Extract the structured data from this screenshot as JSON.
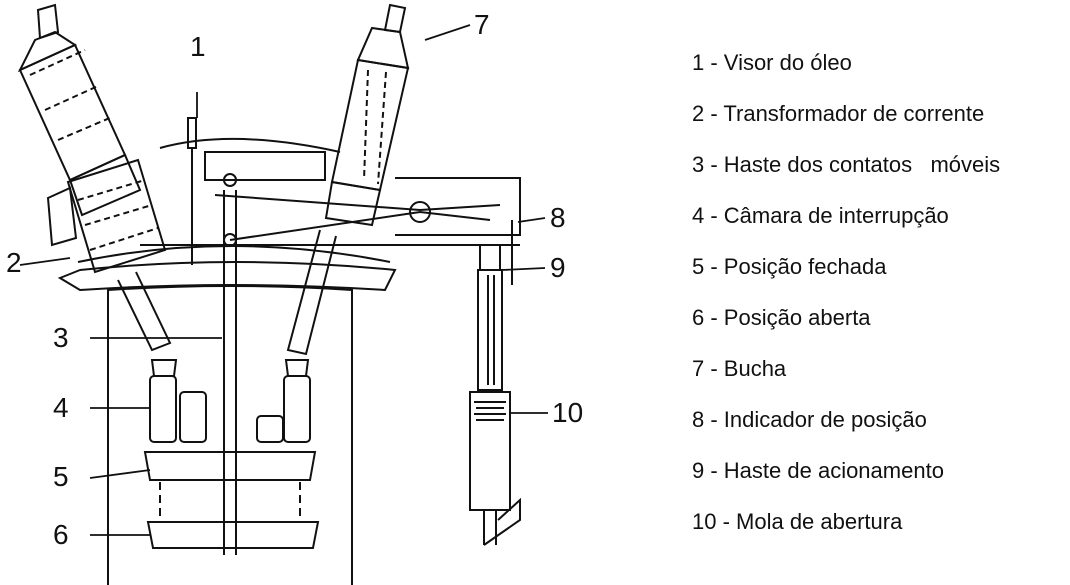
{
  "diagram": {
    "callouts": [
      "1",
      "2",
      "3",
      "4",
      "5",
      "6",
      "7",
      "8",
      "9",
      "10"
    ]
  },
  "legend": {
    "items": [
      "1 - Visor do óleo",
      "2 - Transformador de corrente",
      "3 - Haste dos contatos   móveis",
      "4 - Câmara de interrupção",
      "5 - Posição fechada",
      "6 - Posição aberta",
      "7 - Bucha",
      "8 - Indicador de posição",
      "9 - Haste de acionamento",
      "10 - Mola de abertura"
    ]
  }
}
